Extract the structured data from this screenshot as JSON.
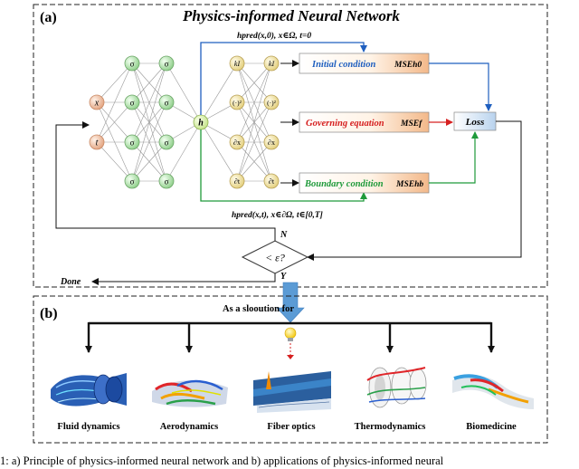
{
  "panel_a": {
    "label": "(a)",
    "title": "Physics-informed Neural Network",
    "input_x": "x",
    "input_t": "t",
    "hidden_node": "σ",
    "output_h": "h",
    "operators": [
      "kI",
      "(·)²",
      "∂x",
      "∂t"
    ],
    "operators_right": [
      "kI",
      "(·)²",
      "∂x",
      "∂t"
    ],
    "top_formula": "hpred(x,0), x∈Ω, t=0",
    "bottom_formula": "hpred(x,t), x∈∂Ω, t∈[0,T]",
    "conditions": [
      {
        "label": "Initial condition",
        "mse": "MSEh0",
        "color": "#1f5fbf"
      },
      {
        "label": "Governing equation",
        "mse": "MSEf",
        "color": "#d62020"
      },
      {
        "label": "Boundary condition",
        "mse": "MSEhb",
        "color": "#1f9a3a"
      }
    ],
    "loss": "Loss",
    "decision": "< ε?",
    "branch_no": "N",
    "branch_yes": "Y",
    "done": "Done"
  },
  "panel_b": {
    "label": "(b)",
    "subtitle": "As a slooution for",
    "applications": [
      "Fluid dynamics",
      "Aerodynamics",
      "Fiber optics",
      "Thermodynamics",
      "Biomedicine"
    ]
  },
  "caption": "1: a) Principle of physics-informed neural network and b) applications of physics-informed neural",
  "colors": {
    "blue": "#1f5fbf",
    "red": "#d62020",
    "green": "#1f9a3a",
    "arrow": "#5b9bd5"
  }
}
